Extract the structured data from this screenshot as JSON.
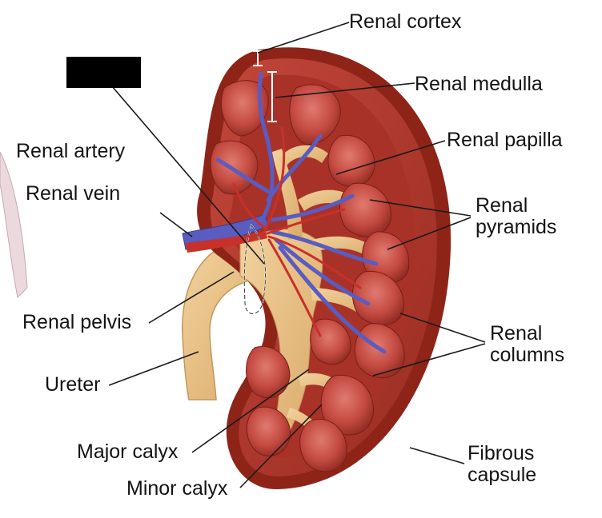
{
  "labels": {
    "renal_cortex": "Renal cortex",
    "renal_medulla": "Renal medulla",
    "renal_papilla": "Renal papilla",
    "renal_pyramids": [
      "Renal",
      "pyramids"
    ],
    "renal_columns": [
      "Renal",
      "columns"
    ],
    "fibrous_capsule": [
      "Fibrous",
      "capsule"
    ],
    "renal_artery": "Renal artery",
    "renal_vein": "Renal vein",
    "renal_pelvis": "Renal pelvis",
    "ureter": "Ureter",
    "major_calyx": "Major calyx",
    "minor_calyx": "Minor calyx"
  },
  "colors": {
    "cortex": "#b33a2a",
    "capsule": "#8e2418",
    "pyramid": "#c64a40",
    "pelvis": "#e8c18a",
    "vein": "#5a5cc0",
    "artery": "#c8302a",
    "redaction": "#000000"
  }
}
